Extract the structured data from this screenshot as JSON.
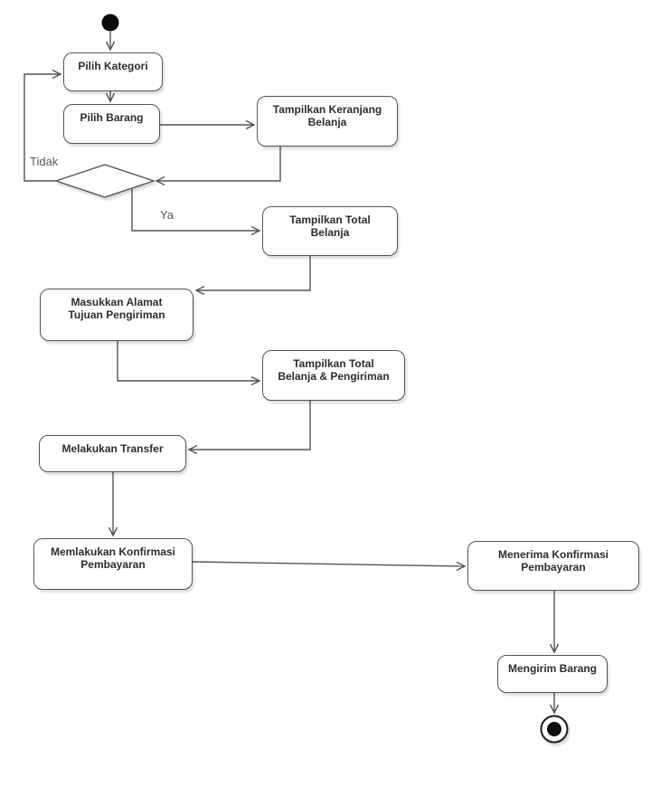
{
  "diagram": {
    "kind": "UML Activity Diagram",
    "colors": {
      "stroke": "#545454",
      "node_fill": "#ffffff",
      "node_text": "#2d2d2d",
      "edge_label_text": "#595959",
      "terminal_fill": "#0a0a0a"
    },
    "nodes": [
      {
        "id": "pilih-kategori",
        "label": "Pilih Kategori"
      },
      {
        "id": "pilih-barang",
        "label": "Pilih Barang"
      },
      {
        "id": "tampilkan-keranjang-belanja",
        "label": "Tampilkan Keranjang\nBelanja"
      },
      {
        "id": "tampilkan-total-belanja",
        "label": "Tampilkan Total\nBelanja"
      },
      {
        "id": "masukkan-alamat-tujuan-pengiriman",
        "label": "Masukkan Alamat\nTujuan Pengiriman"
      },
      {
        "id": "tampilkan-total-belanja-pengiriman",
        "label": "Tampilkan Total\nBelanja & Pengiriman"
      },
      {
        "id": "melakukan-transfer",
        "label": "Melakukan Transfer"
      },
      {
        "id": "memlakukan-konfirmasi-pembayaran",
        "label": "Memlakukan Konfirmasi\nPembayaran"
      },
      {
        "id": "menerima-konfirmasi-pembayaran",
        "label": "Menerima Konfirmasi\nPembayaran"
      },
      {
        "id": "mengirim-barang",
        "label": "Mengirim Barang"
      }
    ],
    "decision": {
      "branch_no": "Tidak",
      "branch_yes": "Ya"
    }
  }
}
